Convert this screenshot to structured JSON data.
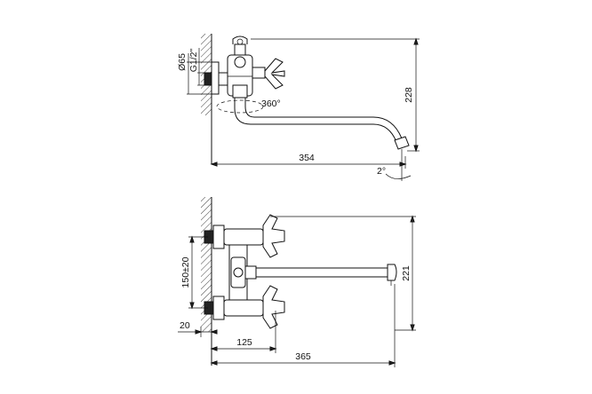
{
  "side_view": {
    "dims": {
      "diameter": "Ø65",
      "thread": "G1/2\"",
      "height": "228",
      "length": "354",
      "rotation_spout": "360°",
      "rotation_tip": "2°"
    }
  },
  "top_view": {
    "dims": {
      "spacing": "150±20",
      "offset": "20",
      "depth": "221",
      "base_length": "125",
      "total_length": "365"
    }
  }
}
